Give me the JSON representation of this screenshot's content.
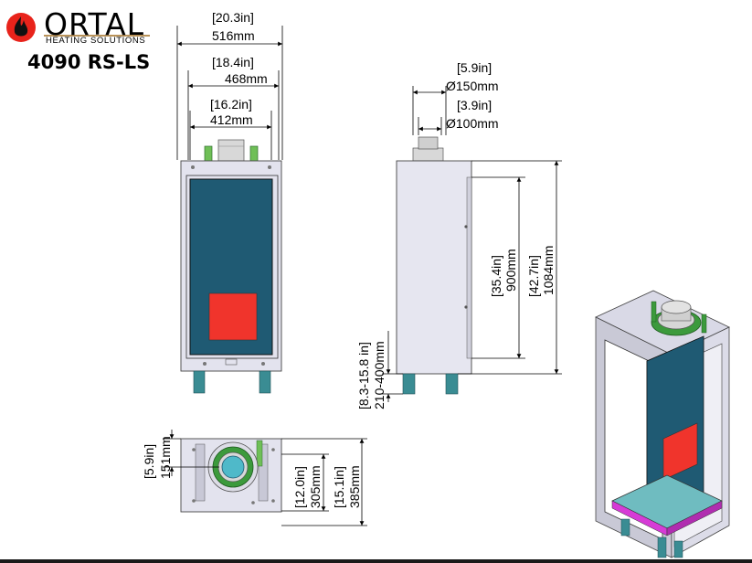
{
  "brand": {
    "name": "ORTAL",
    "subtitle": "HEATING SOLUTIONS"
  },
  "model": "4090 RS-LS",
  "front_view": {
    "dim_outer_in": "[20.3in]",
    "dim_outer_mm": "516mm",
    "dim_mid_in": "[18.4in]",
    "dim_mid_mm": "468mm",
    "dim_inner_in": "[16.2in]",
    "dim_inner_mm": "412mm"
  },
  "side_view": {
    "flue_outer_in": "[5.9in]",
    "flue_outer_mm": "Ø150mm",
    "flue_inner_in": "[3.9in]",
    "flue_inner_mm": "Ø100mm",
    "glass_h_in": "[35.4in]",
    "glass_h_mm": "900mm",
    "total_h_in": "[42.7in]",
    "total_h_mm": "1084mm",
    "leg_h_in": "[8.3-15.8 in]",
    "leg_h_mm": "210-400mm"
  },
  "top_view": {
    "offset_in": "[5.9in]",
    "offset_mm": "151mm",
    "depth_in": "[12.0in]",
    "depth_mm": "305mm",
    "total_depth_in": "[15.1in]",
    "total_depth_mm": "385mm"
  },
  "colors": {
    "glass": "#1f5a73",
    "burner": "#f0342c",
    "body": "#e3e3ee",
    "legs": "#3a8c93",
    "collar": "#3c9a3c",
    "accent_pink": "#d63bd6"
  }
}
